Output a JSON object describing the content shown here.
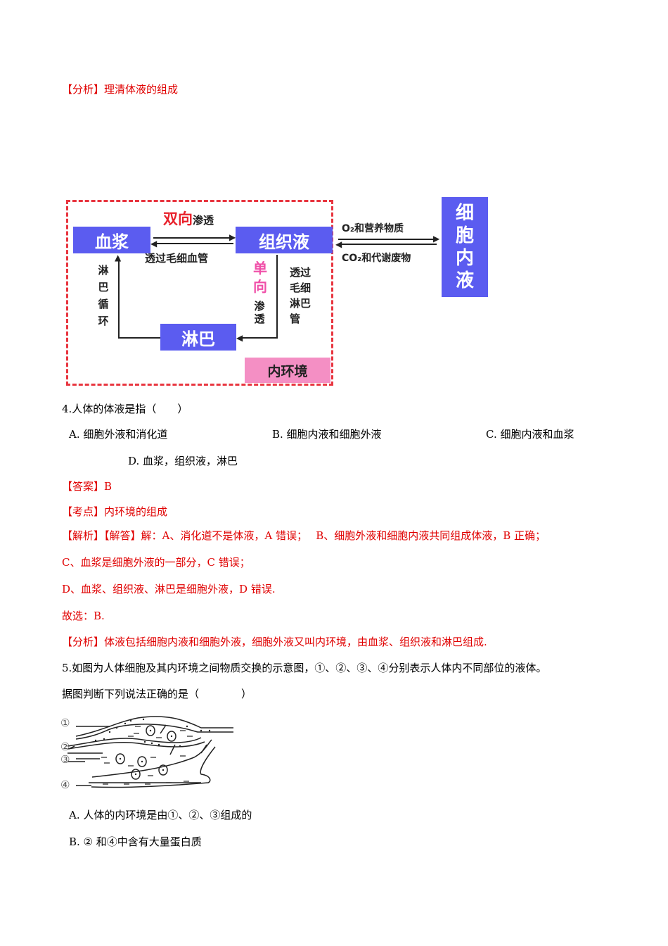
{
  "analysis_top": {
    "label": "【分析】",
    "text": "理清体液的组成"
  },
  "diagram1": {
    "boxes": {
      "plasma": "血浆",
      "tissue_fluid": "组织液",
      "lymph": "淋巴",
      "intracellular": "细胞内液",
      "internal_env": "内环境"
    },
    "labels": {
      "bidirectional_red": "双向",
      "bidirectional_rest": "渗透",
      "capillary": "透过毛细血管",
      "unidirectional_pink": "单向",
      "unidirectional_rest": "渗透",
      "lymph_capillary": "透过毛细淋巴管",
      "lymph_circulation": "淋巴循环",
      "o2": "O₂和营养物质",
      "co2": "CO₂和代谢废物"
    },
    "colors": {
      "box_blue": "#5b5cf0",
      "box_pink": "#f48fc4",
      "dash_red": "#e8353f",
      "label_red": "#e8202a",
      "label_pink": "#f04fa8"
    }
  },
  "q4": {
    "stem": "4.人体的体液是指（　　）",
    "options": [
      {
        "key": "A",
        "text": "A. 细胞外液和消化道"
      },
      {
        "key": "B",
        "text": "B. 细胞内液和细胞外液"
      },
      {
        "key": "C",
        "text": "C. 细胞内液和血浆"
      },
      {
        "key": "D",
        "text": "D. 血浆，组织液，淋巴"
      }
    ],
    "answer_label": "【答案】",
    "answer": "B",
    "point_label": "【考点】",
    "point": "内环境的组成",
    "explain_label": "【解析】【解答】",
    "explain_line1": "解：A、消化道不是体液，A 错误；　 B、细胞外液和细胞内液共同组成体液，B 正确；",
    "explain_line2": "C、血浆是细胞外液的一部分，C 错误；",
    "explain_line3": "D、血浆、组织液、淋巴是细胞外液，D 错误.",
    "explain_line4": "故选：B.",
    "analysis_label": "【分析】",
    "analysis": "体液包括细胞内液和细胞外液，细胞外液又叫内环境，由血浆、组织液和淋巴组成."
  },
  "q5": {
    "stem_line1": "5.如图为人体细胞及其内环境之间物质交换的示意图，①、②、③、④分别表示人体内不同部位的液体。",
    "stem_line2": "据图判断下列说法正确的是（　　　　）",
    "figure_labels": [
      "①",
      "②",
      "③",
      "④"
    ],
    "options": [
      {
        "key": "A",
        "text": "A. 人体的内环境是由①、②、③组成的"
      },
      {
        "key": "B",
        "text": "B. ② 和④中含有大量蛋白质"
      }
    ]
  }
}
